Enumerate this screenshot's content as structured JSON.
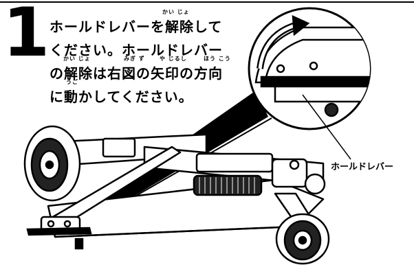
{
  "step": {
    "number": "1"
  },
  "instructions": {
    "lines": [
      "ホールドレバーを解除して",
      "ください。ホールドレバー",
      "の解除は右図の矢印の方向",
      "に動かしてください。"
    ],
    "furigana": {
      "kaijo_1": "かい じょ",
      "kaijo_2": "かい じょ",
      "migizu": "みぎ ず",
      "yajirushi": "や じるし",
      "houkou": "ほう こう",
      "ugo": "うご"
    }
  },
  "callout": {
    "label": "ホールドレバー"
  }
}
